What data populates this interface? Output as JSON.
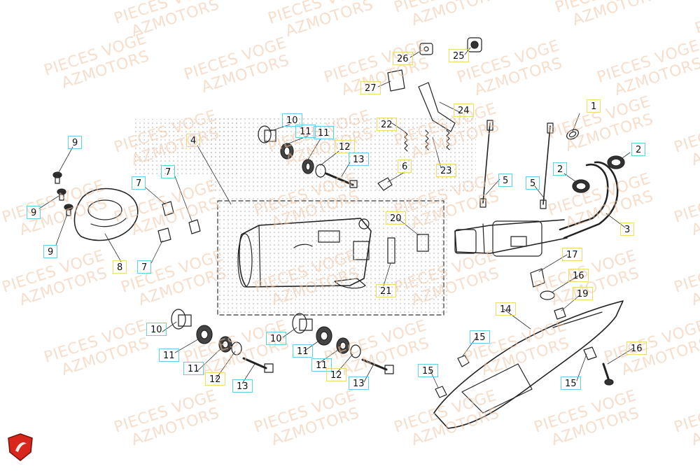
{
  "watermark": {
    "line1": "PIECES VOGE",
    "line2": "AZMOTORS"
  },
  "callouts": [
    {
      "label": "1",
      "color": "yellow"
    },
    {
      "label": "2",
      "color": "cyan"
    },
    {
      "label": "2",
      "color": "cyan"
    },
    {
      "label": "3",
      "color": "yellow"
    },
    {
      "label": "4",
      "color": "yellow"
    },
    {
      "label": "5",
      "color": "cyan"
    },
    {
      "label": "5",
      "color": "cyan"
    },
    {
      "label": "6",
      "color": "yellow"
    },
    {
      "label": "7",
      "color": "cyan"
    },
    {
      "label": "7",
      "color": "cyan"
    },
    {
      "label": "7",
      "color": "cyan"
    },
    {
      "label": "8",
      "color": "yellow"
    },
    {
      "label": "9",
      "color": "cyan"
    },
    {
      "label": "9",
      "color": "cyan"
    },
    {
      "label": "9",
      "color": "cyan"
    },
    {
      "label": "10",
      "color": "cyan"
    },
    {
      "label": "10",
      "color": "cyan"
    },
    {
      "label": "10",
      "color": "cyan"
    },
    {
      "label": "11",
      "color": "cyan"
    },
    {
      "label": "11",
      "color": "cyan"
    },
    {
      "label": "11",
      "color": "cyan"
    },
    {
      "label": "11",
      "color": "cyan"
    },
    {
      "label": "11",
      "color": "cyan"
    },
    {
      "label": "11",
      "color": "cyan"
    },
    {
      "label": "12",
      "color": "yellow"
    },
    {
      "label": "12",
      "color": "yellow"
    },
    {
      "label": "12",
      "color": "yellow"
    },
    {
      "label": "13",
      "color": "cyan"
    },
    {
      "label": "13",
      "color": "cyan"
    },
    {
      "label": "13",
      "color": "cyan"
    },
    {
      "label": "14",
      "color": "yellow"
    },
    {
      "label": "15",
      "color": "cyan"
    },
    {
      "label": "15",
      "color": "cyan"
    },
    {
      "label": "15",
      "color": "cyan"
    },
    {
      "label": "16",
      "color": "yellow"
    },
    {
      "label": "16",
      "color": "yellow"
    },
    {
      "label": "17",
      "color": "yellow"
    },
    {
      "label": "19",
      "color": "yellow"
    },
    {
      "label": "20",
      "color": "yellow"
    },
    {
      "label": "21",
      "color": "yellow"
    },
    {
      "label": "22",
      "color": "yellow"
    },
    {
      "label": "23",
      "color": "yellow"
    },
    {
      "label": "24",
      "color": "yellow"
    },
    {
      "label": "25",
      "color": "yellow"
    },
    {
      "label": "26",
      "color": "yellow"
    },
    {
      "label": "27",
      "color": "yellow"
    }
  ]
}
